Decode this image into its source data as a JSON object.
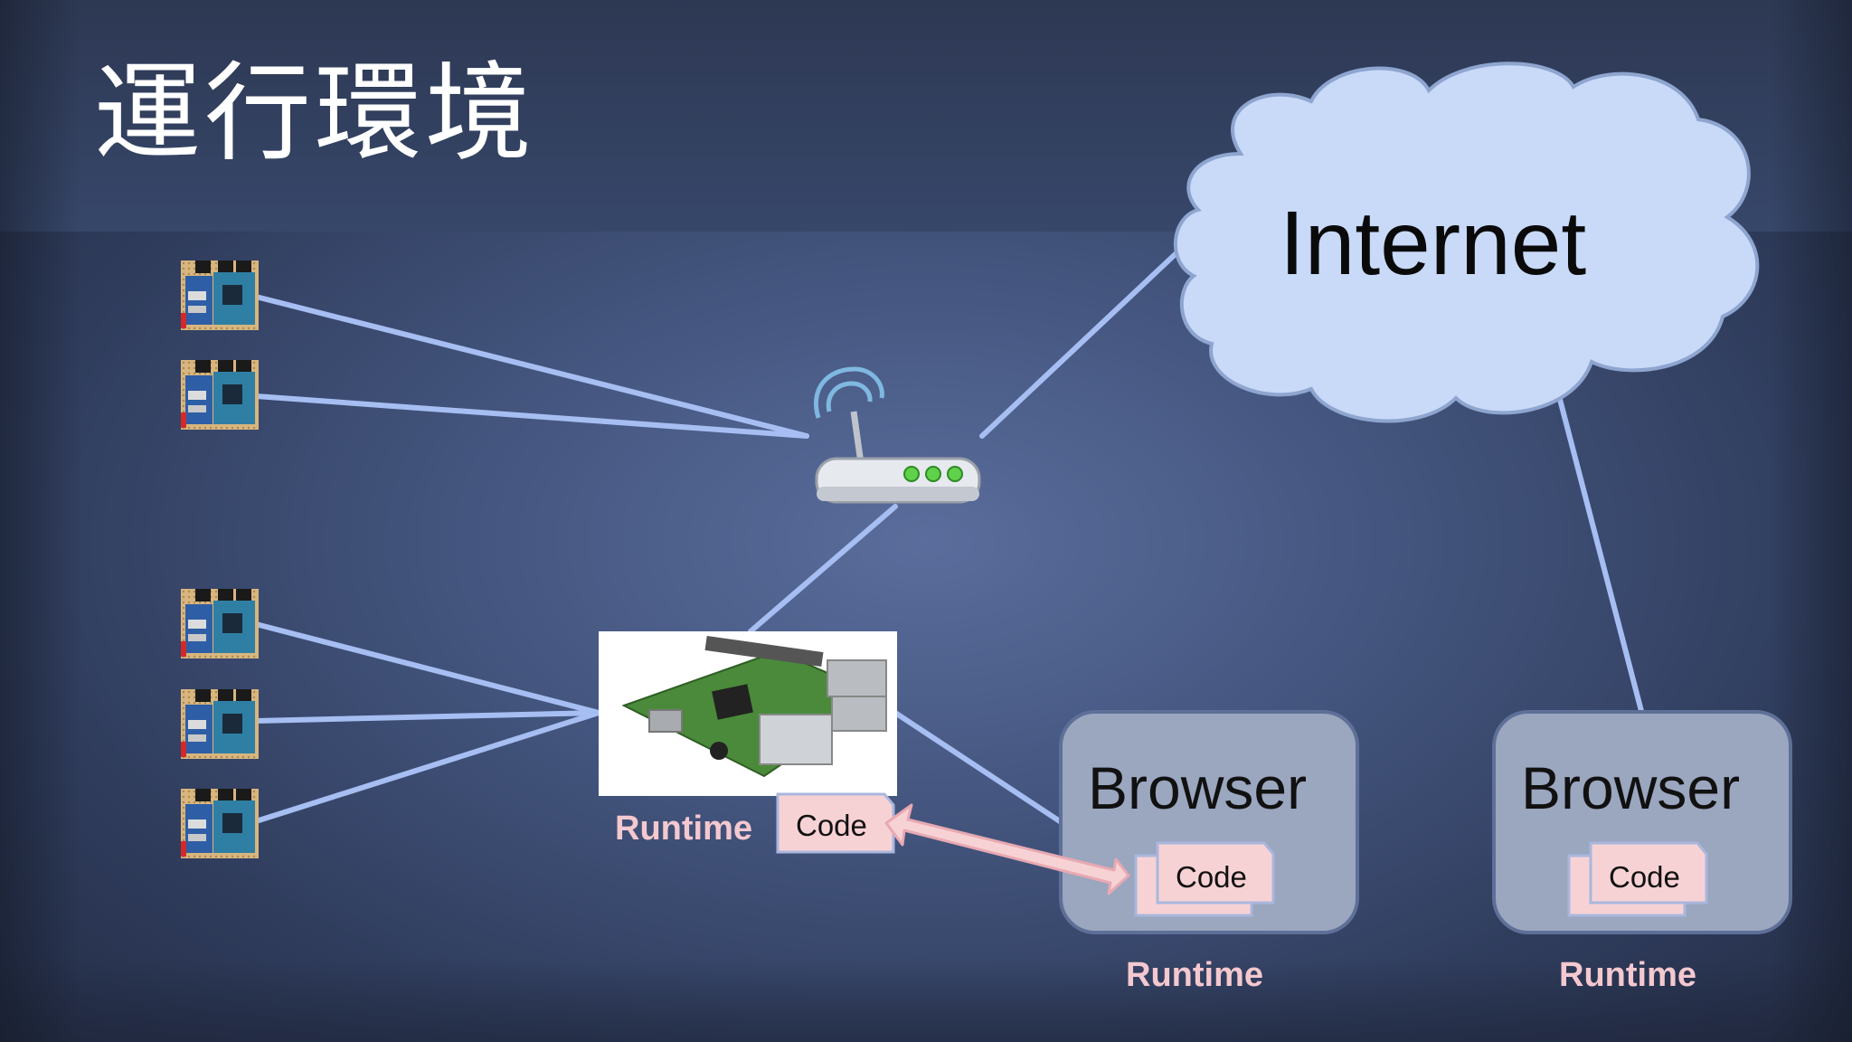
{
  "slide": {
    "title": "運行環境"
  },
  "cloud": {
    "label": "Internet"
  },
  "browsers": [
    {
      "label": "Browser",
      "code_label": "Code",
      "runtime_label": "Runtime"
    },
    {
      "label": "Browser",
      "code_label": "Code",
      "runtime_label": "Runtime"
    }
  ],
  "hub": {
    "runtime_label": "Runtime",
    "code_label": "Code"
  },
  "icons": {
    "router": "wireless-router-icon",
    "hub": "raspberry-pi-board-image",
    "devices": "microcontroller-board-icon"
  },
  "colors": {
    "link": "#a6bef2",
    "cloud_fill": "#c9d9f8",
    "browser_fill": "#9ba6bf",
    "code_fill": "#f7d2d5",
    "runtime_text": "#f4c8cf"
  }
}
